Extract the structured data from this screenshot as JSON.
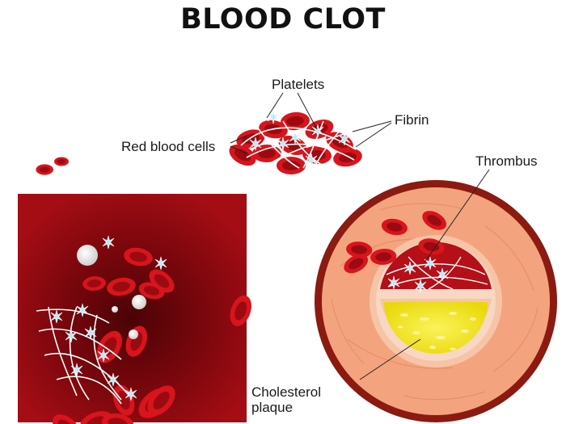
{
  "title": "BLOOD CLOT",
  "labels": {
    "platelets": "Platelets",
    "fibrin": "Fibrin",
    "red_blood_cells": "Red blood cells",
    "thrombus": "Thrombus",
    "cholesterol_line1": "Cholesterol",
    "cholesterol_line2": "plaque"
  },
  "colors": {
    "rbc": "#c8101a",
    "rbc_dark": "#8a0a10",
    "blood_bg": "#9e0b12",
    "vessel_outer": "#8b1a10",
    "vessel_wall": "#f3a47e",
    "plaque": "#f5ea12",
    "platelet": "#bfe9f7",
    "fibrin": "#ffffff"
  }
}
